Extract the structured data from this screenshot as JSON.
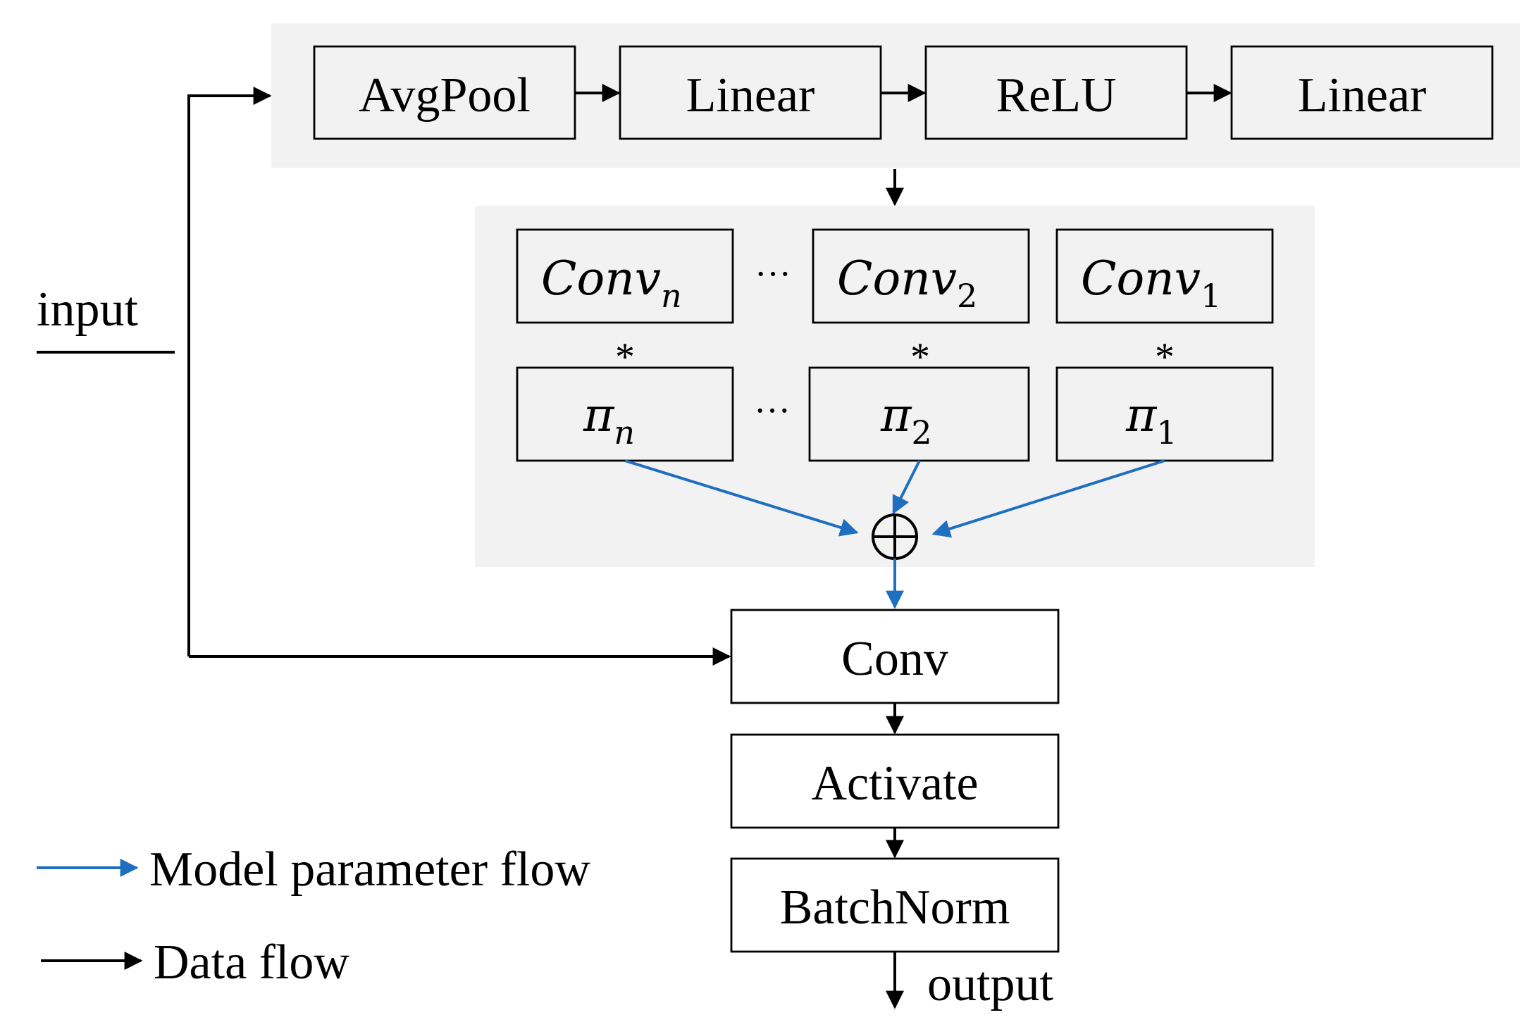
{
  "top_panel": {
    "blocks": [
      "AvgPool",
      "Linear",
      "ReLU",
      "Linear"
    ]
  },
  "experts": {
    "conv_base": "Conv",
    "conv_subscripts": [
      "n",
      "2",
      "1"
    ],
    "pi_base": "π",
    "pi_subscripts": [
      "n",
      "2",
      "1"
    ],
    "ellipsis": "···",
    "multiply_symbol": "*",
    "sum_symbol": "⊕"
  },
  "pipeline": {
    "conv": "Conv",
    "activate": "Activate",
    "batchnorm": "BatchNorm",
    "output": "output"
  },
  "input_label": "input",
  "legend": {
    "model_param_flow": "Model parameter flow",
    "data_flow": "Data flow"
  },
  "colors": {
    "panel": "#f2f2f2",
    "param_flow": "#1f6fc0",
    "data_flow": "#000000"
  }
}
